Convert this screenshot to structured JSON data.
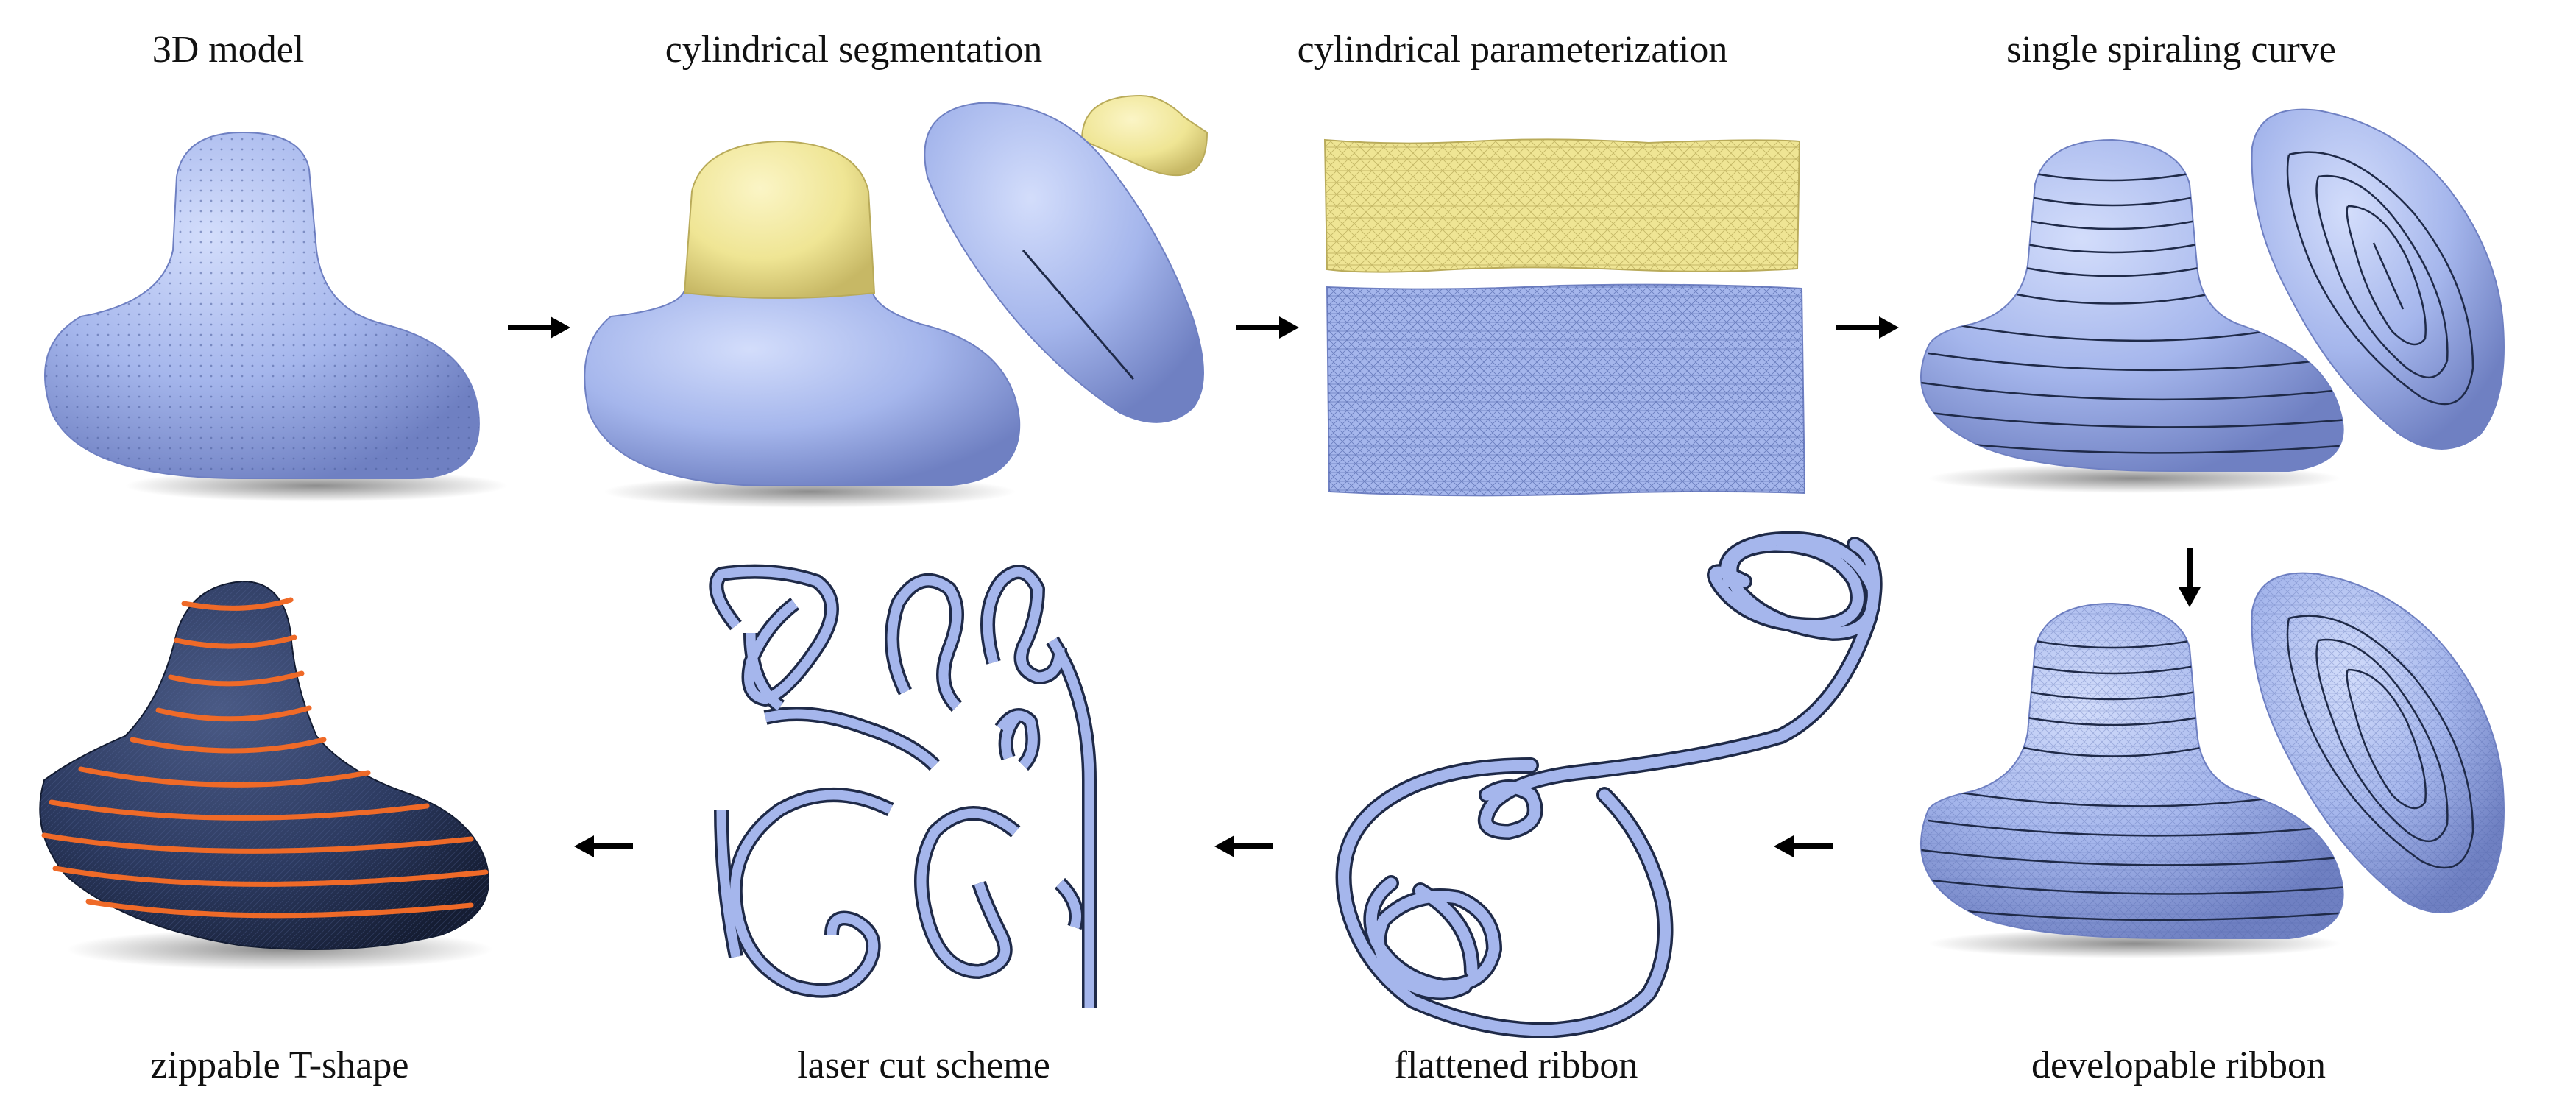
{
  "colors": {
    "body_blue": "#a5b6ec",
    "body_blue_dark": "#7d8fd0",
    "cap_yellow": "#efe594",
    "cap_yellow_dark": "#cdbf6e",
    "fabric_navy": "#2c3a60",
    "zipper_orange": "#ef6a28",
    "line_dark": "#1f2a48",
    "arrow": "#000000"
  },
  "steps": [
    {
      "id": "model",
      "label": "3D model"
    },
    {
      "id": "segmentation",
      "label": "cylindrical segmentation"
    },
    {
      "id": "parameterization",
      "label": "cylindrical parameterization"
    },
    {
      "id": "spiral",
      "label": "single spiraling curve"
    },
    {
      "id": "ribbon",
      "label": "developable ribbon"
    },
    {
      "id": "flattened",
      "label": "flattened ribbon"
    },
    {
      "id": "lasercut",
      "label": "laser cut scheme"
    },
    {
      "id": "zippable",
      "label": "zippable T-shape"
    }
  ],
  "arrows": [
    {
      "from": "model",
      "to": "segmentation",
      "direction": "right"
    },
    {
      "from": "segmentation",
      "to": "parameterization",
      "direction": "right"
    },
    {
      "from": "parameterization",
      "to": "spiral",
      "direction": "right"
    },
    {
      "from": "spiral",
      "to": "ribbon",
      "direction": "down"
    },
    {
      "from": "ribbon",
      "to": "flattened",
      "direction": "left"
    },
    {
      "from": "flattened",
      "to": "lasercut",
      "direction": "left"
    },
    {
      "from": "lasercut",
      "to": "zippable",
      "direction": "left"
    }
  ]
}
